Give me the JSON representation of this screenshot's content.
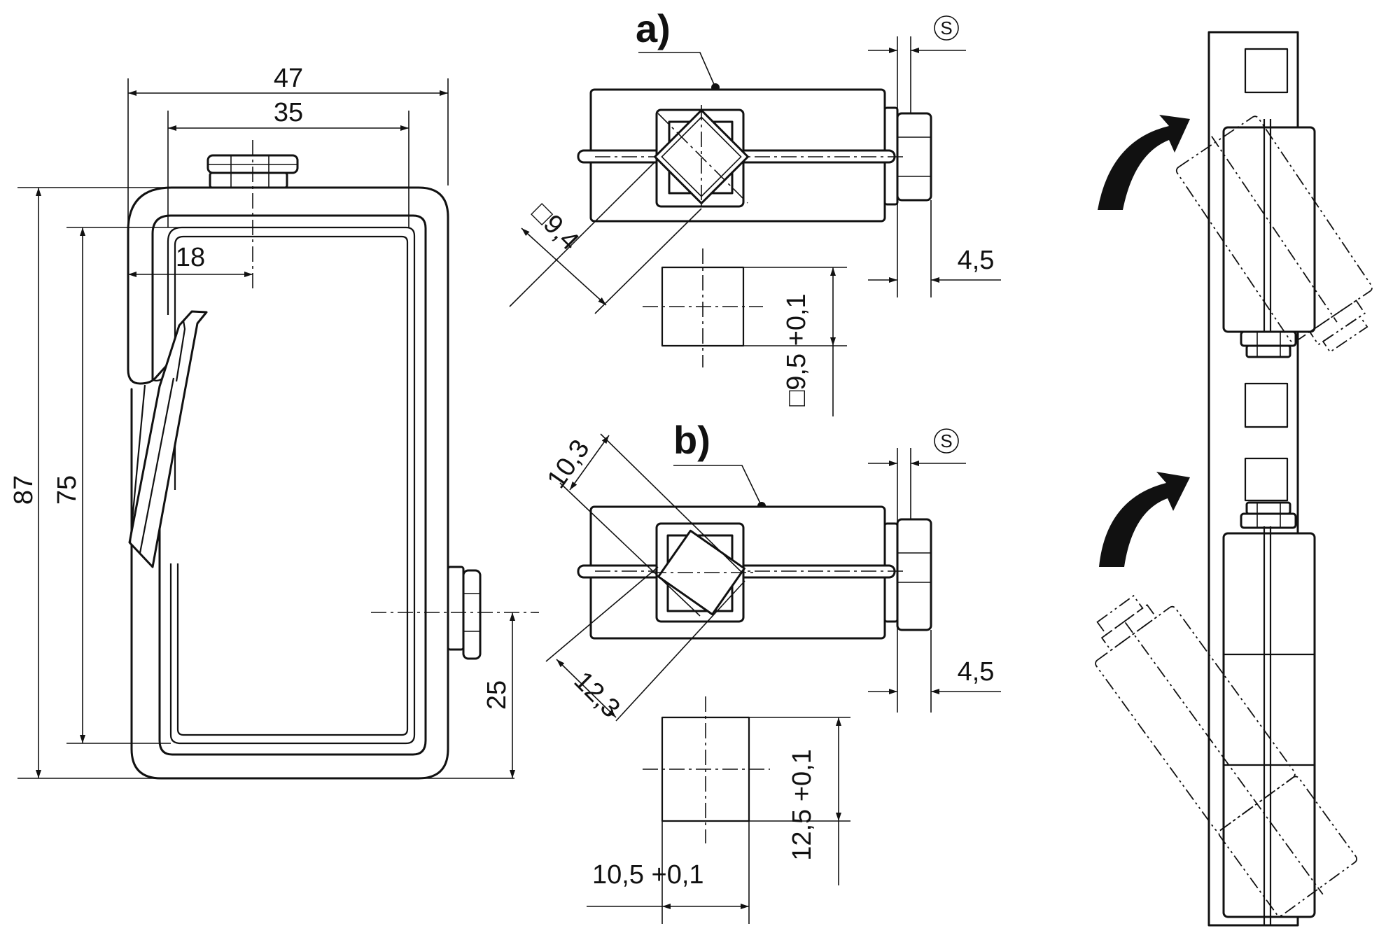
{
  "labels": {
    "view_a": "a)",
    "view_b": "b)",
    "s_symbol": "S"
  },
  "dimensions": {
    "width_outer": "47",
    "width_inner": "35",
    "offset": "18",
    "height_outer": "87",
    "height_inner": "75",
    "bolt_height": "25",
    "a_square_diag": "□9,4",
    "a_square_hole": "□9,5 +0,1",
    "a_stud_len": "4,5",
    "b_across_1": "10,3",
    "b_across_2": "12,3",
    "b_hole_w": "10,5 +0,1",
    "b_hole_h": "12,5 +0,1",
    "b_stud_len": "4,5"
  }
}
